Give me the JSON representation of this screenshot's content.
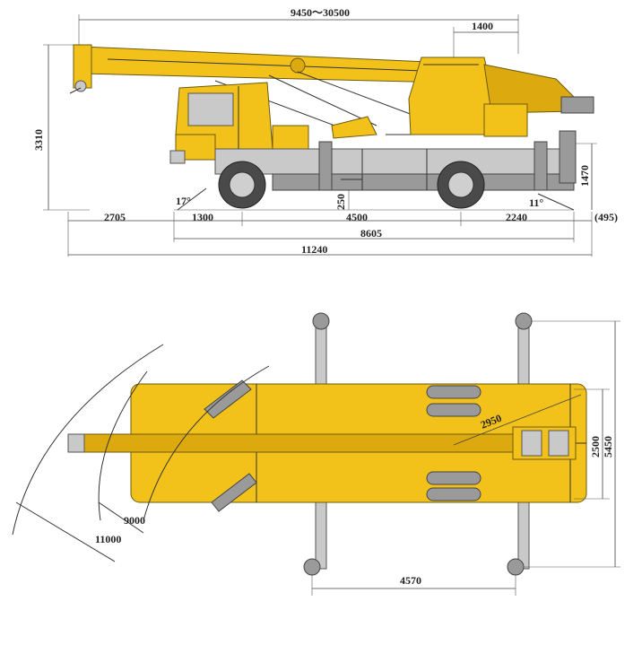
{
  "side_view": {
    "boom_reach": "9450～30500",
    "cab_offset": "1400",
    "height": "3310",
    "outrigger_height": "1470",
    "approach_angle": "17°",
    "departure_angle": "11°",
    "ground_clearance": "250",
    "front_overhang": "2705",
    "axle_to_outrigger": "1300",
    "wheelbase": "4500",
    "rear_to_outrigger": "2240",
    "rear_extension": "(495)",
    "outrigger_span_length": "8605",
    "total_length": "11240"
  },
  "top_view": {
    "tail_swing_radius": "2950",
    "outrigger_width_partial": "2500",
    "outrigger_width_full": "5450",
    "turning_radius_inner": "9000",
    "turning_radius_outer": "11000",
    "outrigger_length_span": "4570"
  },
  "colors": {
    "body": "#f2c21b",
    "chassis": "#9a9a9a"
  }
}
